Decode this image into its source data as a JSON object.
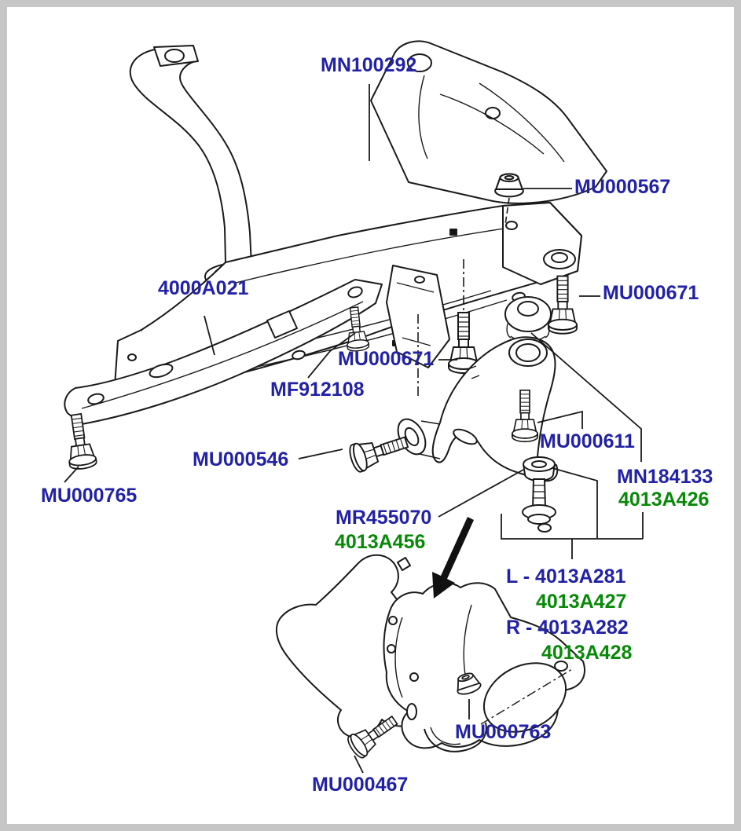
{
  "frame": {
    "border_color": "#c6c6c6",
    "background": "#ffffff"
  },
  "colors": {
    "label_blue": "#2222A6",
    "label_green": "#088A08",
    "line_art": "#1a1a1a"
  },
  "diagram": {
    "type": "exploded-parts-diagram",
    "labels": [
      {
        "id": "mn100292",
        "text": "MN100292",
        "color": "blue"
      },
      {
        "id": "mu000567",
        "text": "MU000567",
        "color": "blue"
      },
      {
        "id": "mu000671r",
        "text": "MU000671",
        "color": "blue"
      },
      {
        "id": "a4000a021",
        "text": "4000A021",
        "color": "blue"
      },
      {
        "id": "mu000671c",
        "text": "MU000671",
        "color": "blue"
      },
      {
        "id": "mf912108",
        "text": "MF912108",
        "color": "blue"
      },
      {
        "id": "mu000546",
        "text": "MU000546",
        "color": "blue"
      },
      {
        "id": "mu000765",
        "text": "MU000765",
        "color": "blue"
      },
      {
        "id": "mu000611",
        "text": "MU000611",
        "color": "blue"
      },
      {
        "id": "mn184133",
        "text": "MN184133",
        "color": "blue"
      },
      {
        "id": "a4013a426",
        "text": "4013A426",
        "color": "green"
      },
      {
        "id": "mr455070",
        "text": "MR455070",
        "color": "blue"
      },
      {
        "id": "a4013a456",
        "text": "4013A456",
        "color": "green"
      },
      {
        "id": "l4013a281",
        "text": "L - 4013A281",
        "color": "blue"
      },
      {
        "id": "a4013a427",
        "text": "4013A427",
        "color": "green"
      },
      {
        "id": "r4013a282",
        "text": "R - 4013A282",
        "color": "blue"
      },
      {
        "id": "a4013a428",
        "text": "4013A428",
        "color": "green"
      },
      {
        "id": "mu000763",
        "text": "MU000763",
        "color": "blue"
      },
      {
        "id": "mu000467",
        "text": "MU000467",
        "color": "blue"
      }
    ]
  }
}
